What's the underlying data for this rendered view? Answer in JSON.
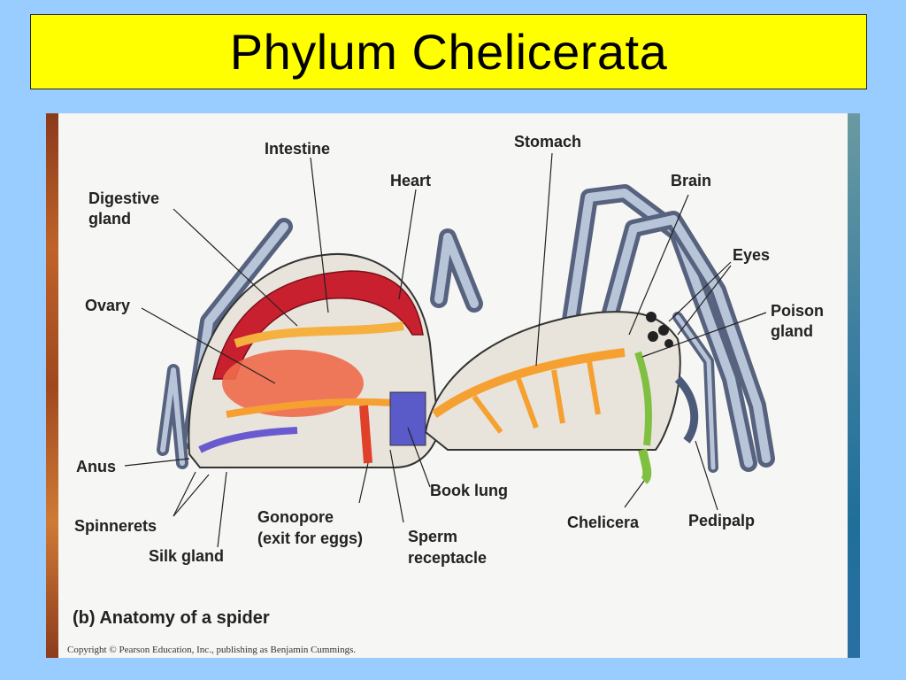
{
  "title": "Phylum Chelicerata",
  "diagram": {
    "labels": {
      "intestine": "Intestine",
      "stomach": "Stomach",
      "heart": "Heart",
      "brain": "Brain",
      "digestive_gland_1": "Digestive",
      "digestive_gland_2": "gland",
      "eyes": "Eyes",
      "ovary": "Ovary",
      "poison_gland_1": "Poison",
      "poison_gland_2": "gland",
      "anus": "Anus",
      "book_lung": "Book lung",
      "spinnerets": "Spinnerets",
      "gonopore_1": "Gonopore",
      "gonopore_2": "(exit for eggs)",
      "sperm_receptacle_1": "Sperm",
      "sperm_receptacle_2": "receptacle",
      "chelicera": "Chelicera",
      "pedipalp": "Pedipalp",
      "silk_gland": "Silk gland"
    },
    "caption": "(b) Anatomy of a spider",
    "copyright": "Copyright © Pearson Education, Inc., publishing as Benjamin Cummings."
  }
}
